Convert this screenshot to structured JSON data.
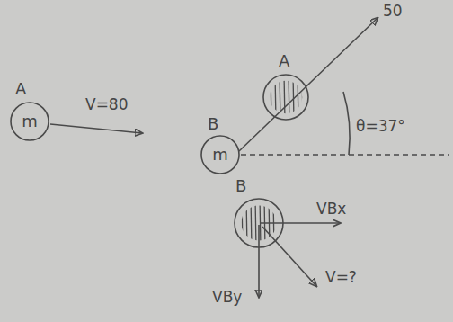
{
  "diagram": {
    "nodes": [
      {
        "text": [
          "A",
          "m"
        ]
      },
      {
        "text": [
          "B",
          "m"
        ]
      },
      {
        "text": [
          "A"
        ]
      },
      {
        "text": [
          "B"
        ]
      }
    ],
    "labels": [
      "V=80",
      "50",
      "θ=37°",
      "VBx",
      "VBy",
      "V=?"
    ]
  }
}
